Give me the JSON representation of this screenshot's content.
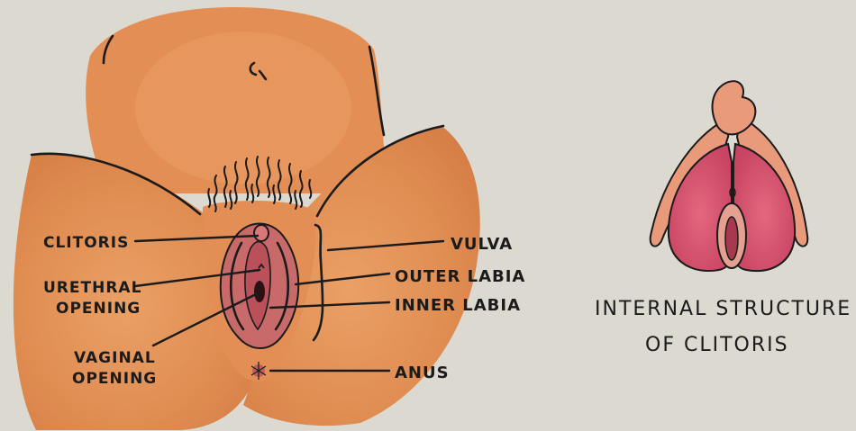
{
  "labels": {
    "clitoris": "CLITORIS",
    "urethral_line1": "URETHRAL",
    "urethral_line2": "OPENING",
    "vaginal_line1": "VAGINAL",
    "vaginal_line2": "OPENING",
    "vulva": "VULVA",
    "outer_labia": "OUTER LABIA",
    "inner_labia": "INNER LABIA",
    "anus": "ANUS"
  },
  "caption": {
    "line1": "INTERNAL STRUCTURE",
    "line2": "OF CLITORIS"
  },
  "colors": {
    "background": "#dcd9d0",
    "skin": "#e08d52",
    "skin_dark": "#d57b42",
    "skin_light": "#eaa066",
    "tissue": "#c96a6a",
    "tissue_dark": "#b9505a",
    "internal_pink": "#d95874",
    "hair": "#1b1b1b",
    "ink": "#1b1b1b"
  }
}
